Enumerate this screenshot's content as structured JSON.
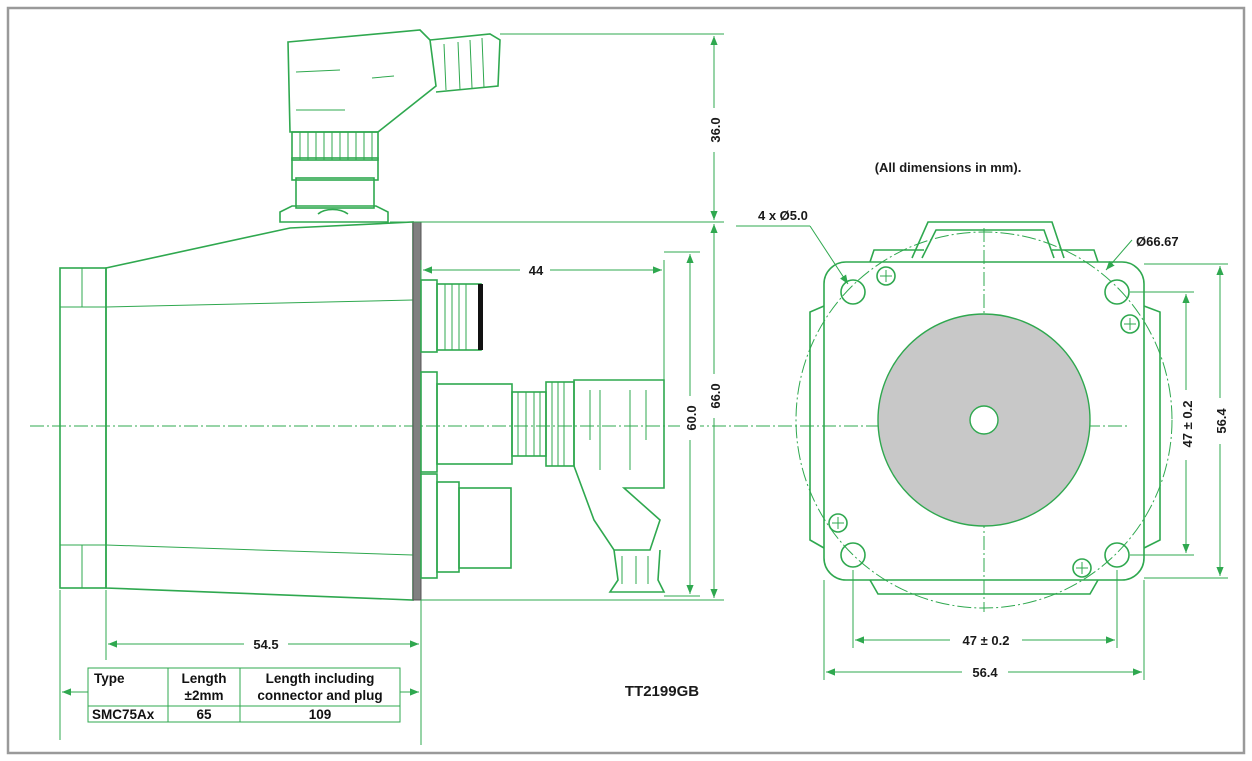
{
  "note": "(All dimensions in mm).",
  "drawing_code": "TT2199GB",
  "colors": {
    "line": "#2fa84f",
    "frame": "#9a9a9a",
    "flange": "#808080",
    "face_fill": "#c8c8c8"
  },
  "dimensions": {
    "connector_height": "36.0",
    "body_height": "66.0",
    "face_height": "60.0",
    "connector_offset": "44",
    "body_length": "54.5",
    "holes": "4 x Ø5.0",
    "bolt_circle": "Ø66.67",
    "hole_spacing_v": "47 ± 0.2",
    "flange_v": "56.4",
    "hole_spacing_h": "47 ± 0.2",
    "flange_h": "56.4"
  },
  "table": {
    "headers": {
      "type": "Type",
      "length_l1": "Length",
      "length_l2": "±2mm",
      "incl_l1": "Length including",
      "incl_l2": "connector and plug"
    },
    "row": {
      "type": "SMC75Ax",
      "length": "65",
      "incl": "109"
    }
  }
}
